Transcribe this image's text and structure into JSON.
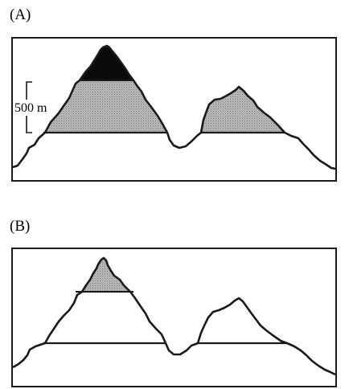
{
  "panels": [
    {
      "label": "(A)"
    },
    {
      "label": "(B)"
    }
  ],
  "scale_bar": {
    "label": "500 m"
  },
  "colors": {
    "outline": "#1a1a1a",
    "stipple_fill": "#b3b3b3",
    "summit_fill": "#0a0a0a",
    "background": "#ffffff"
  }
}
